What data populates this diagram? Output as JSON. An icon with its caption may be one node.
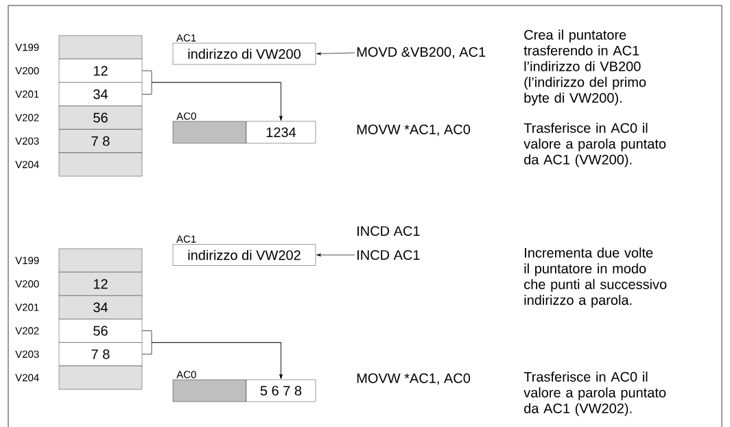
{
  "diagram": {
    "nodes": [
      {
        "text": [],
        "shape": "box",
        "beside": [
          "V199"
        ]
      },
      {
        "text": [
          "12"
        ],
        "beside": [
          "V200"
        ]
      },
      {
        "text": [
          "34"
        ],
        "beside": [
          "V201"
        ]
      },
      {
        "text": [
          "56"
        ],
        "beside": [
          "V202"
        ]
      },
      {
        "text": [
          "7 8"
        ],
        "beside": [
          "V203"
        ]
      },
      {
        "text": [],
        "shape": "box",
        "beside": [
          "V204"
        ]
      },
      {
        "text": [
          "AC1",
          "indirizzo di VW200"
        ]
      },
      {
        "text": [
          "MOVD &VB200, AC1"
        ]
      },
      {
        "text": [
          "AC0",
          "1234"
        ]
      },
      {
        "text": [],
        "shape": "box",
        "beside": [
          "V199"
        ]
      },
      {
        "text": [
          "12"
        ],
        "beside": [
          "V200"
        ]
      },
      {
        "text": [
          "34"
        ],
        "beside": [
          "V201"
        ]
      },
      {
        "text": [
          "56"
        ],
        "beside": [
          "V202"
        ]
      },
      {
        "text": [
          "7 8"
        ],
        "beside": [
          "V203"
        ]
      },
      {
        "text": [],
        "shape": "box",
        "beside": [
          "V204"
        ]
      },
      {
        "text": [
          "AC1",
          "indirizzo di VW202"
        ]
      },
      {
        "text": [
          "INCD AC1"
        ]
      },
      {
        "text": [
          "AC0",
          "5 6 7 8"
        ]
      }
    ],
    "edges": [
      {
        "from": 7,
        "to": 6,
        "arrow": "to"
      },
      {
        "from": 1,
        "to": 8,
        "arrow": "to"
      },
      {
        "from": 2,
        "to": 8,
        "arrow": "to"
      },
      {
        "from": 16,
        "to": 15,
        "arrow": "to"
      },
      {
        "from": 12,
        "to": 17,
        "arrow": "to"
      },
      {
        "from": 13,
        "to": 17,
        "arrow": "to"
      }
    ],
    "labels": [
      "Crea il puntatore trasferendo in AC1 l’indirizzo di VB200 (l’indirizzo del primo byte di VW200).",
      "MOVW *AC1, AC0",
      "Trasferisce in AC0 il valore a parola puntato da AC1 (VW200).",
      "INCD AC1",
      "Incrementa due volte il puntatore in modo che punti al successivo indirizzo a parola.",
      "MOVW *AC1, AC0",
      "Trasferisce in AC0 il valore a parola puntato da AC1 (VW202)."
    ]
  }
}
